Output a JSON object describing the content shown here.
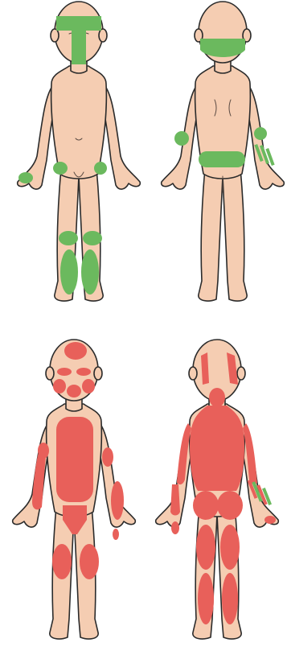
{
  "colors": {
    "skin": "#f5cdb2",
    "outline": "#2b2b2b",
    "green_zone": "#6bb95e",
    "red_zone": "#e8605a"
  },
  "figures": [
    {
      "id": "top-front",
      "view": "front",
      "zone_color": "green_zone"
    },
    {
      "id": "top-back",
      "view": "back",
      "zone_color": "green_zone"
    },
    {
      "id": "bottom-front",
      "view": "front",
      "zone_color": "red_zone"
    },
    {
      "id": "bottom-back",
      "view": "back",
      "zone_color": "red_zone"
    }
  ]
}
